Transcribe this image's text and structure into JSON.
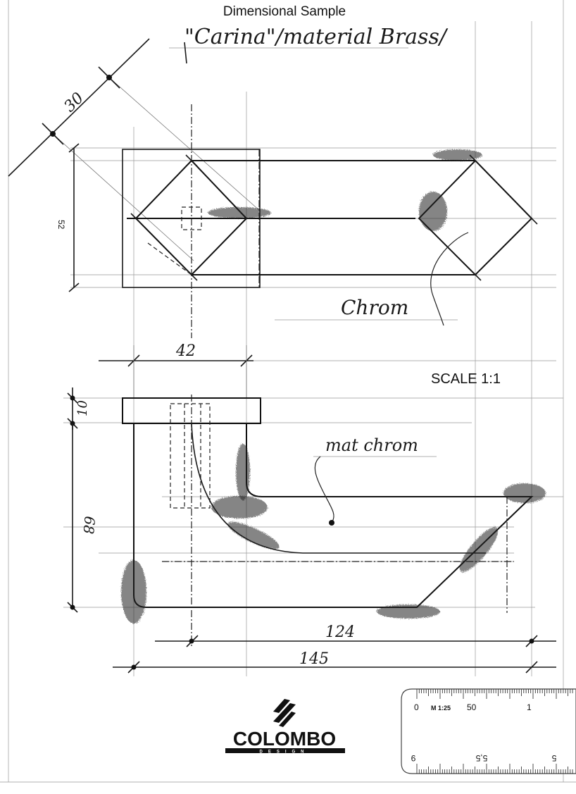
{
  "header": {
    "title": "Dimensional Sample",
    "model_note": "\"Carina\"/material Brass/"
  },
  "top_view": {
    "dim_diagonal": "30",
    "dim_height": "52",
    "finish_label": "Chrom"
  },
  "side_view": {
    "dim_rose_width": "42",
    "scale_label": "SCALE 1:1",
    "dim_rose_thickness": "10",
    "dim_height": "68",
    "finish_label": "mat chrom",
    "dim_lever_length": "124",
    "dim_total_length": "145"
  },
  "logo": {
    "brand": "COLOMBO",
    "tagline": "DESIGN"
  },
  "ruler": {
    "top_labels": [
      "0",
      "M 1:25",
      "50",
      "1"
    ],
    "bottom_labels": [
      "9",
      "5,5",
      "5"
    ]
  }
}
